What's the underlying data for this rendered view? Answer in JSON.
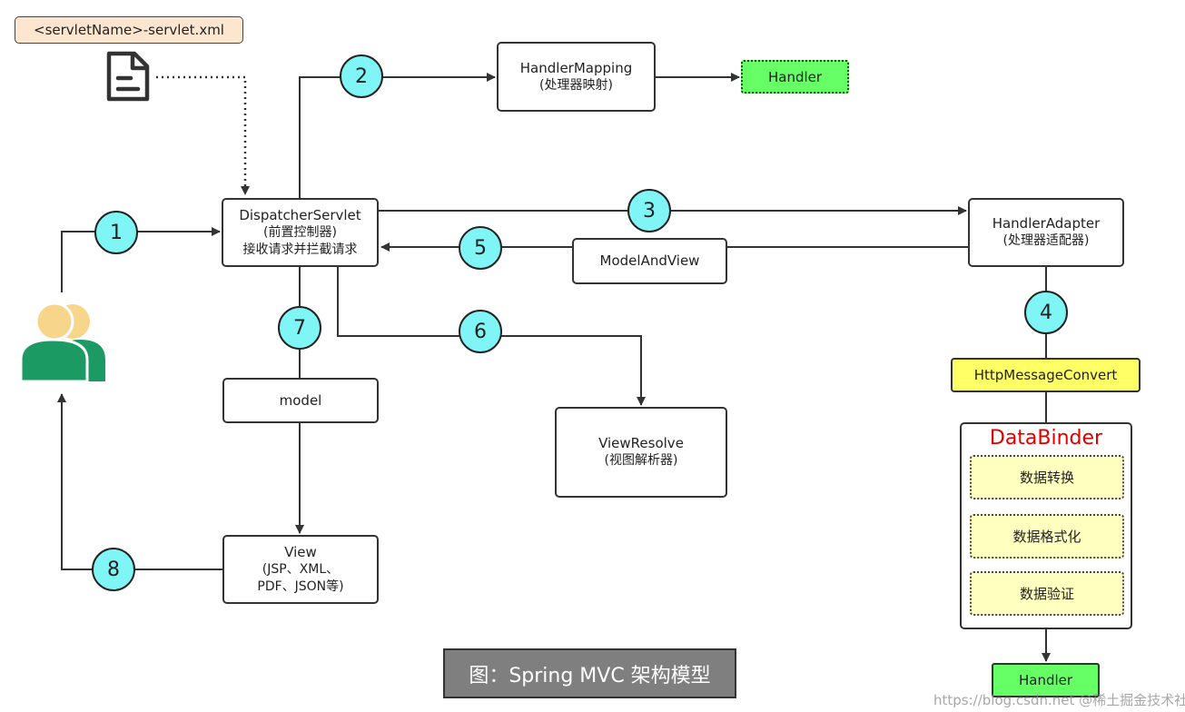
{
  "config_file_label": "<servletName>-servlet.xml",
  "steps": [
    "1",
    "2",
    "3",
    "4",
    "5",
    "6",
    "7",
    "8"
  ],
  "dispatcher": {
    "title": "DispatcherServlet",
    "sub1": "(前置控制器)",
    "sub2": "接收请求并拦截请求"
  },
  "handler_mapping": {
    "title": "HandlerMapping",
    "sub": "(处理器映射)"
  },
  "handler_top": "Handler",
  "handler_adapter": {
    "title": "HandlerAdapter",
    "sub": "(处理器适配器)"
  },
  "model_and_view": "ModelAndView",
  "http_message_convert": "HttpMessageConvert",
  "data_binder": {
    "title": "DataBinder",
    "items": [
      "数据转换",
      "数据格式化",
      "数据验证"
    ]
  },
  "handler_bottom": "Handler",
  "model": "model",
  "view_resolve": {
    "title": "ViewResolve",
    "sub": "(视图解析器)"
  },
  "view": {
    "title": "View",
    "sub1": "(JSP、XML、",
    "sub2": "PDF、JSON等)"
  },
  "caption": "图：Spring MVC 架构模型",
  "watermark": "https://blog.csdn.net @稀土掘金技术社区",
  "colors": {
    "step_circle": "#80f5f5",
    "handler_green": "#66ff66",
    "http_yellow": "#ffff66",
    "data_item_yellow": "#ffffc0",
    "config_bg": "#fde6cf",
    "user_green": "#1b9b63",
    "user_yellow": "#f7d58a",
    "data_binder_red": "#e00000",
    "caption_bg": "#7f7f7f"
  }
}
